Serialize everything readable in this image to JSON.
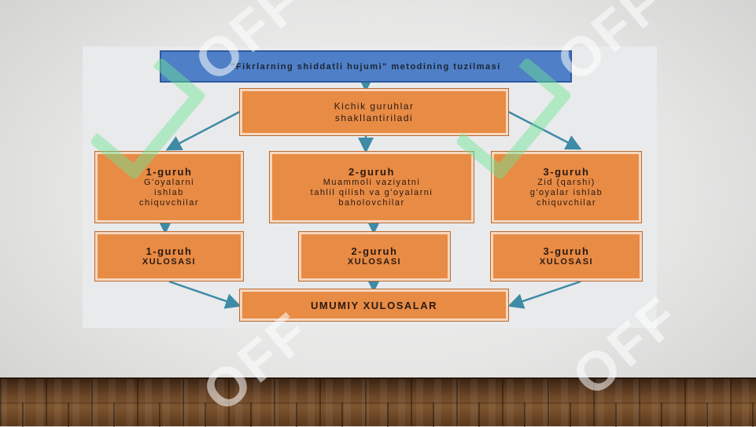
{
  "diagram": {
    "title": "\"Fikrlarning shiddatli hujumi\" metodining tuzilmasi",
    "step1": {
      "line1": "Kichik guruhlar",
      "line2": "shakllantiriladi"
    },
    "groups": [
      {
        "name": "1-guruh",
        "desc": [
          "G'oyalarni",
          "ishlab",
          "chiquvchilar"
        ]
      },
      {
        "name": "2-guruh",
        "desc": [
          "Muammoli vaziyatni",
          "tahlil qilish va g'oyalarni",
          "baholovchilar"
        ]
      },
      {
        "name": "3-guruh",
        "desc": [
          "Zid (qarshi)",
          "g'oyalar ishlab",
          "chiquvchilar"
        ]
      }
    ],
    "conclusions": [
      {
        "name": "1-guruh",
        "label": "XULOSASI"
      },
      {
        "name": "2-guruh",
        "label": "XULOSASI"
      },
      {
        "name": "3-guruh",
        "label": "XULOSASI"
      }
    ],
    "final": "UMUMIY XULOSALAR"
  },
  "watermark": "OFF",
  "colors": {
    "box": "#e88b45",
    "title": "#4f7fc6",
    "arrow": "#3e8ba6"
  }
}
